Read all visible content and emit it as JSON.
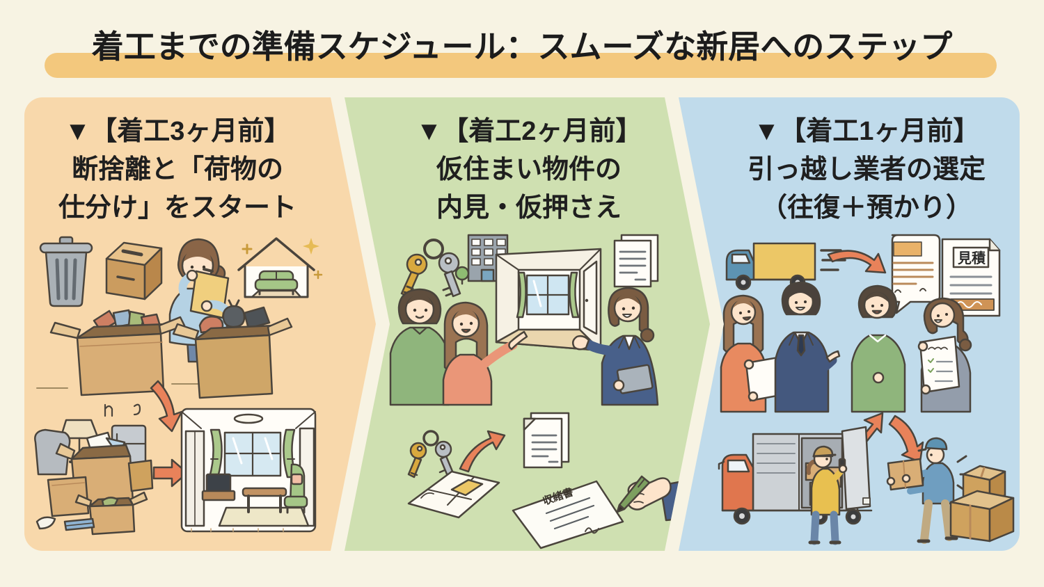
{
  "page": {
    "title": "着工までの準備スケジュール：スムーズな新居へのステップ",
    "colors": {
      "background": "#f7f3e3",
      "title_text": "#1c1c1c",
      "title_highlight": "#f3c87d",
      "arrow": "#e8825a",
      "panel_1": "#f8d8ab",
      "panel_2": "#cfe0b1",
      "panel_3": "#c0dbeb"
    }
  },
  "panels": [
    {
      "id": "3-months-before-start",
      "heading_lines": [
        "▼【着工3ヶ月前】",
        "断捨離と「荷物の",
        "仕分け」をスタート"
      ],
      "scene_icons": [
        "trash-can",
        "donation-box",
        "woman-sorting-items",
        "clean-house-with-sofa",
        "box-of-keep-items",
        "box-of-discard-items",
        "curved-arrow-down",
        "cluttered-room",
        "arrow-right",
        "tidy-living-room"
      ]
    },
    {
      "id": "2-months-before-start",
      "heading_lines": [
        "▼【着工2ヶ月前】",
        "仮住まい物件の",
        "内見・仮押さえ"
      ],
      "scene_icons": [
        "key-ring",
        "apartment-building",
        "empty-room-interior",
        "documents",
        "viewing-couple",
        "real-estate-agent",
        "key-ring-small",
        "floor-plan",
        "curved-arrow-up",
        "contract-documents",
        "hand-signing-contract"
      ],
      "labels": {
        "contract_title": "収緒書"
      }
    },
    {
      "id": "1-month-before-start",
      "heading_lines": [
        "▼【着工1ヶ月前】",
        "引っ越し業者の選定",
        "（往復＋預かり）"
      ],
      "scene_icons": [
        "small-moving-truck",
        "curved-arrow-right",
        "quote-speech-bubble",
        "estimate-document",
        "consulting-couple",
        "moving-company-staff",
        "arrow-up-right",
        "arrow-down-right",
        "loading-truck",
        "movers",
        "cardboard-box-stack"
      ],
      "labels": {
        "estimate_title": "見積"
      }
    }
  ]
}
